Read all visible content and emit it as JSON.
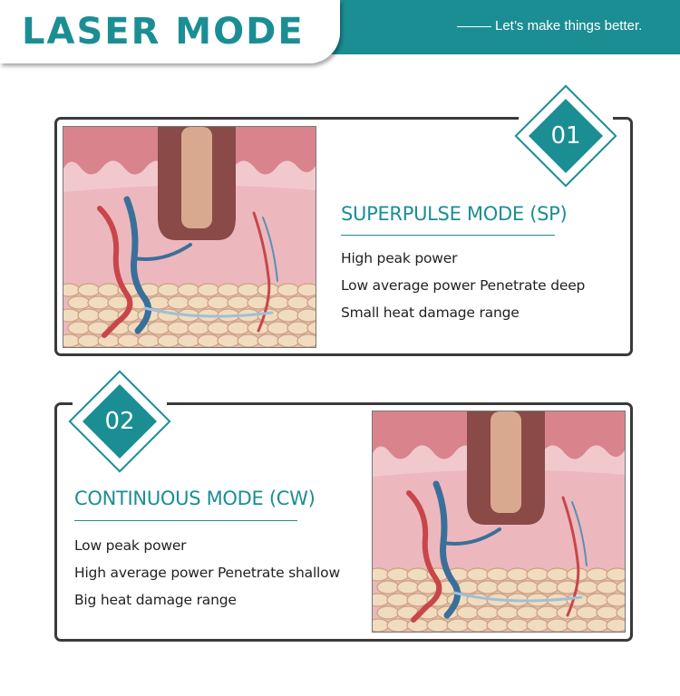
{
  "header": {
    "title": "LASER MODE",
    "tagline": "Let’s make things better."
  },
  "colors": {
    "accent": "#1b8e94",
    "border": "#3a3a3a"
  },
  "sections": [
    {
      "number": "01",
      "title": "SUPERPULSE MODE (SP)",
      "features": [
        "High peak power",
        "Low average power Penetrate deep",
        "Small heat damage range"
      ],
      "illustration": "skin-laser-cross-section"
    },
    {
      "number": "02",
      "title": "CONTINUOUS MODE (CW)",
      "features": [
        "Low peak power",
        "High average power Penetrate shallow",
        "Big heat damage range"
      ],
      "illustration": "skin-laser-cross-section"
    }
  ]
}
